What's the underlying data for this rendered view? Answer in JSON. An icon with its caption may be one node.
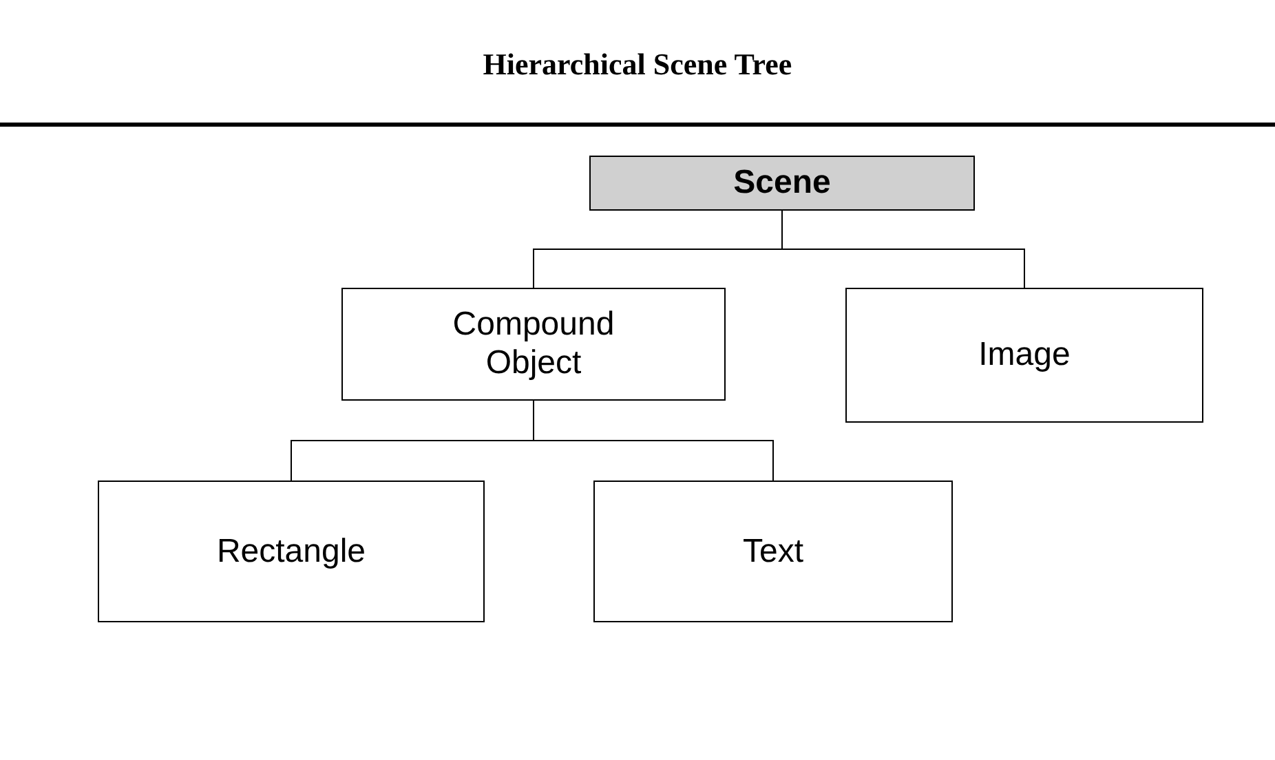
{
  "diagram": {
    "title": "Hierarchical Scene Tree",
    "nodes": [
      {
        "text": [
          "Scene"
        ]
      },
      {
        "text": [
          "Compound Object"
        ]
      },
      {
        "text": [
          "Image"
        ]
      },
      {
        "text": [
          "Rectangle"
        ]
      },
      {
        "text": [
          "Text"
        ]
      }
    ],
    "edges": [
      {
        "from": 0,
        "to": 1,
        "arrow": "none"
      },
      {
        "from": 0,
        "to": 2,
        "arrow": "none"
      },
      {
        "from": 1,
        "to": 3,
        "arrow": "none"
      },
      {
        "from": 1,
        "to": 4,
        "arrow": "none"
      }
    ]
  }
}
